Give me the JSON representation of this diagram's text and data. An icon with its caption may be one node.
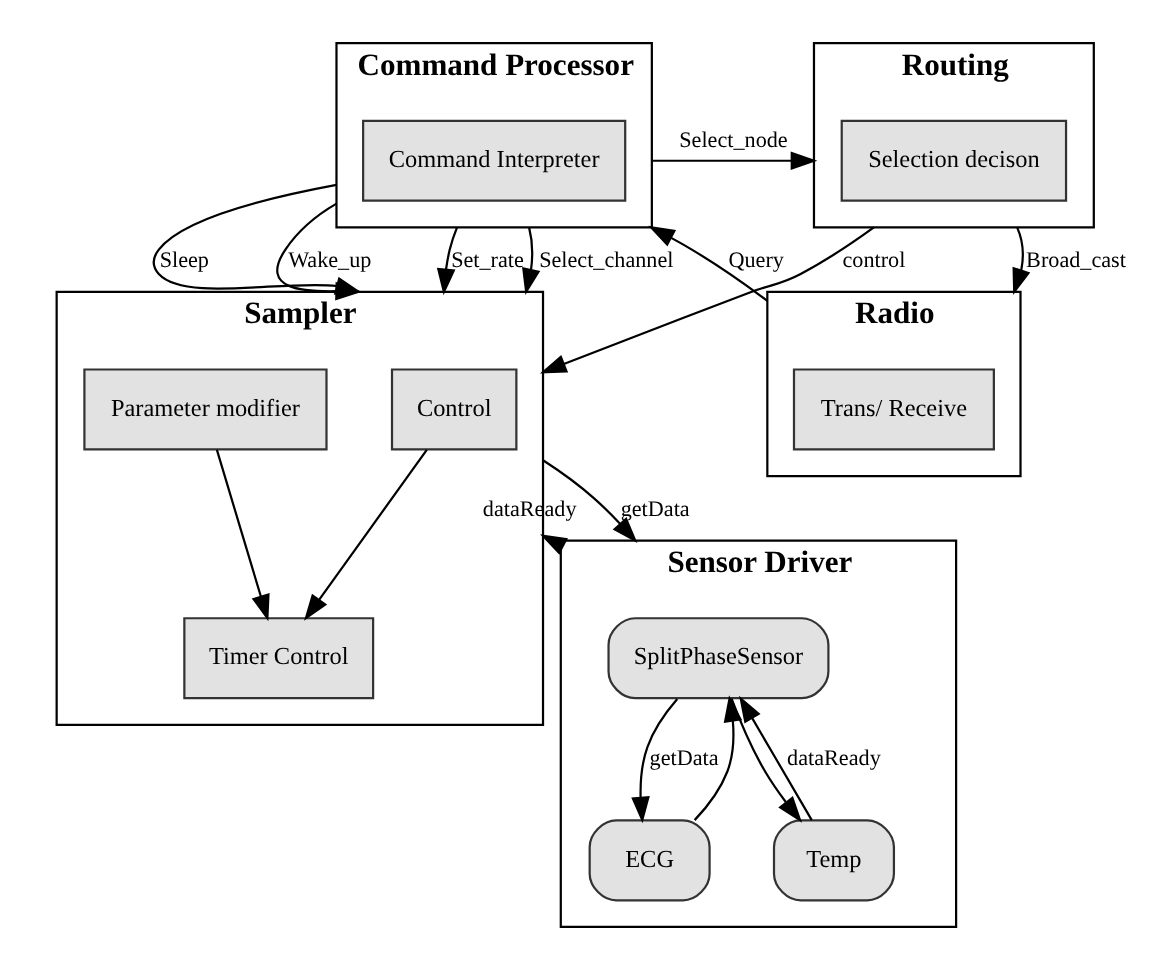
{
  "diagram": {
    "nodes": [
      {
        "text": [
          "Command Processor"
        ]
      },
      {
        "text": [
          "Command Interpreter"
        ],
        "in": 0
      },
      {
        "text": [
          "Sampler"
        ]
      },
      {
        "text": [
          "Control"
        ],
        "in": 2
      },
      {
        "text": [
          "Parameter modifier"
        ],
        "in": 2
      },
      {
        "text": [
          "Timer Control"
        ],
        "in": 2
      },
      {
        "text": [
          "Routing"
        ]
      },
      {
        "text": [
          "Selection decison"
        ],
        "in": 6
      },
      {
        "text": [
          "Sensor Driver"
        ]
      },
      {
        "text": [
          "SplitPhaseSensor"
        ],
        "in": 8
      },
      {
        "text": [
          "ECG"
        ],
        "in": 8
      },
      {
        "text": [
          "Temp"
        ],
        "in": 8
      },
      {
        "text": [
          "Radio"
        ]
      },
      {
        "text": [
          "Trans/ Receive"
        ],
        "in": 12
      }
    ],
    "edges": [
      {
        "from": 0,
        "to": 2,
        "label": "Sleep",
        "arrow": "to"
      },
      {
        "from": 0,
        "to": 2,
        "label": "Wake_up",
        "arrow": "to"
      },
      {
        "from": 0,
        "to": 2,
        "label": "Set_rate",
        "arrow": "to"
      },
      {
        "from": 0,
        "to": 2,
        "label": "Select_channel",
        "arrow": "to"
      },
      {
        "from": 0,
        "to": 6,
        "label": "Select_node",
        "arrow": "to"
      },
      {
        "from": 6,
        "to": 2,
        "label": "control",
        "arrow": "to"
      },
      {
        "from": 3,
        "to": 5,
        "arrow": "to"
      },
      {
        "from": 4,
        "to": 5,
        "arrow": "to"
      },
      {
        "from": 2,
        "to": 8,
        "label": "getData",
        "arrow": "to"
      },
      {
        "from": 8,
        "to": 2,
        "label": "dataReady",
        "arrow": "to"
      },
      {
        "from": 6,
        "to": 12,
        "label": "Broad_cast",
        "arrow": "to"
      },
      {
        "from": 12,
        "to": 0,
        "label": "Query",
        "arrow": "to"
      },
      {
        "from": 9,
        "to": 10,
        "label": "getData",
        "arrow": "to"
      },
      {
        "from": 10,
        "to": 9,
        "arrow": "to"
      },
      {
        "from": 9,
        "to": 11,
        "arrow": "to"
      },
      {
        "from": 11,
        "to": 9,
        "label": "dataReady",
        "arrow": "to"
      }
    ]
  }
}
